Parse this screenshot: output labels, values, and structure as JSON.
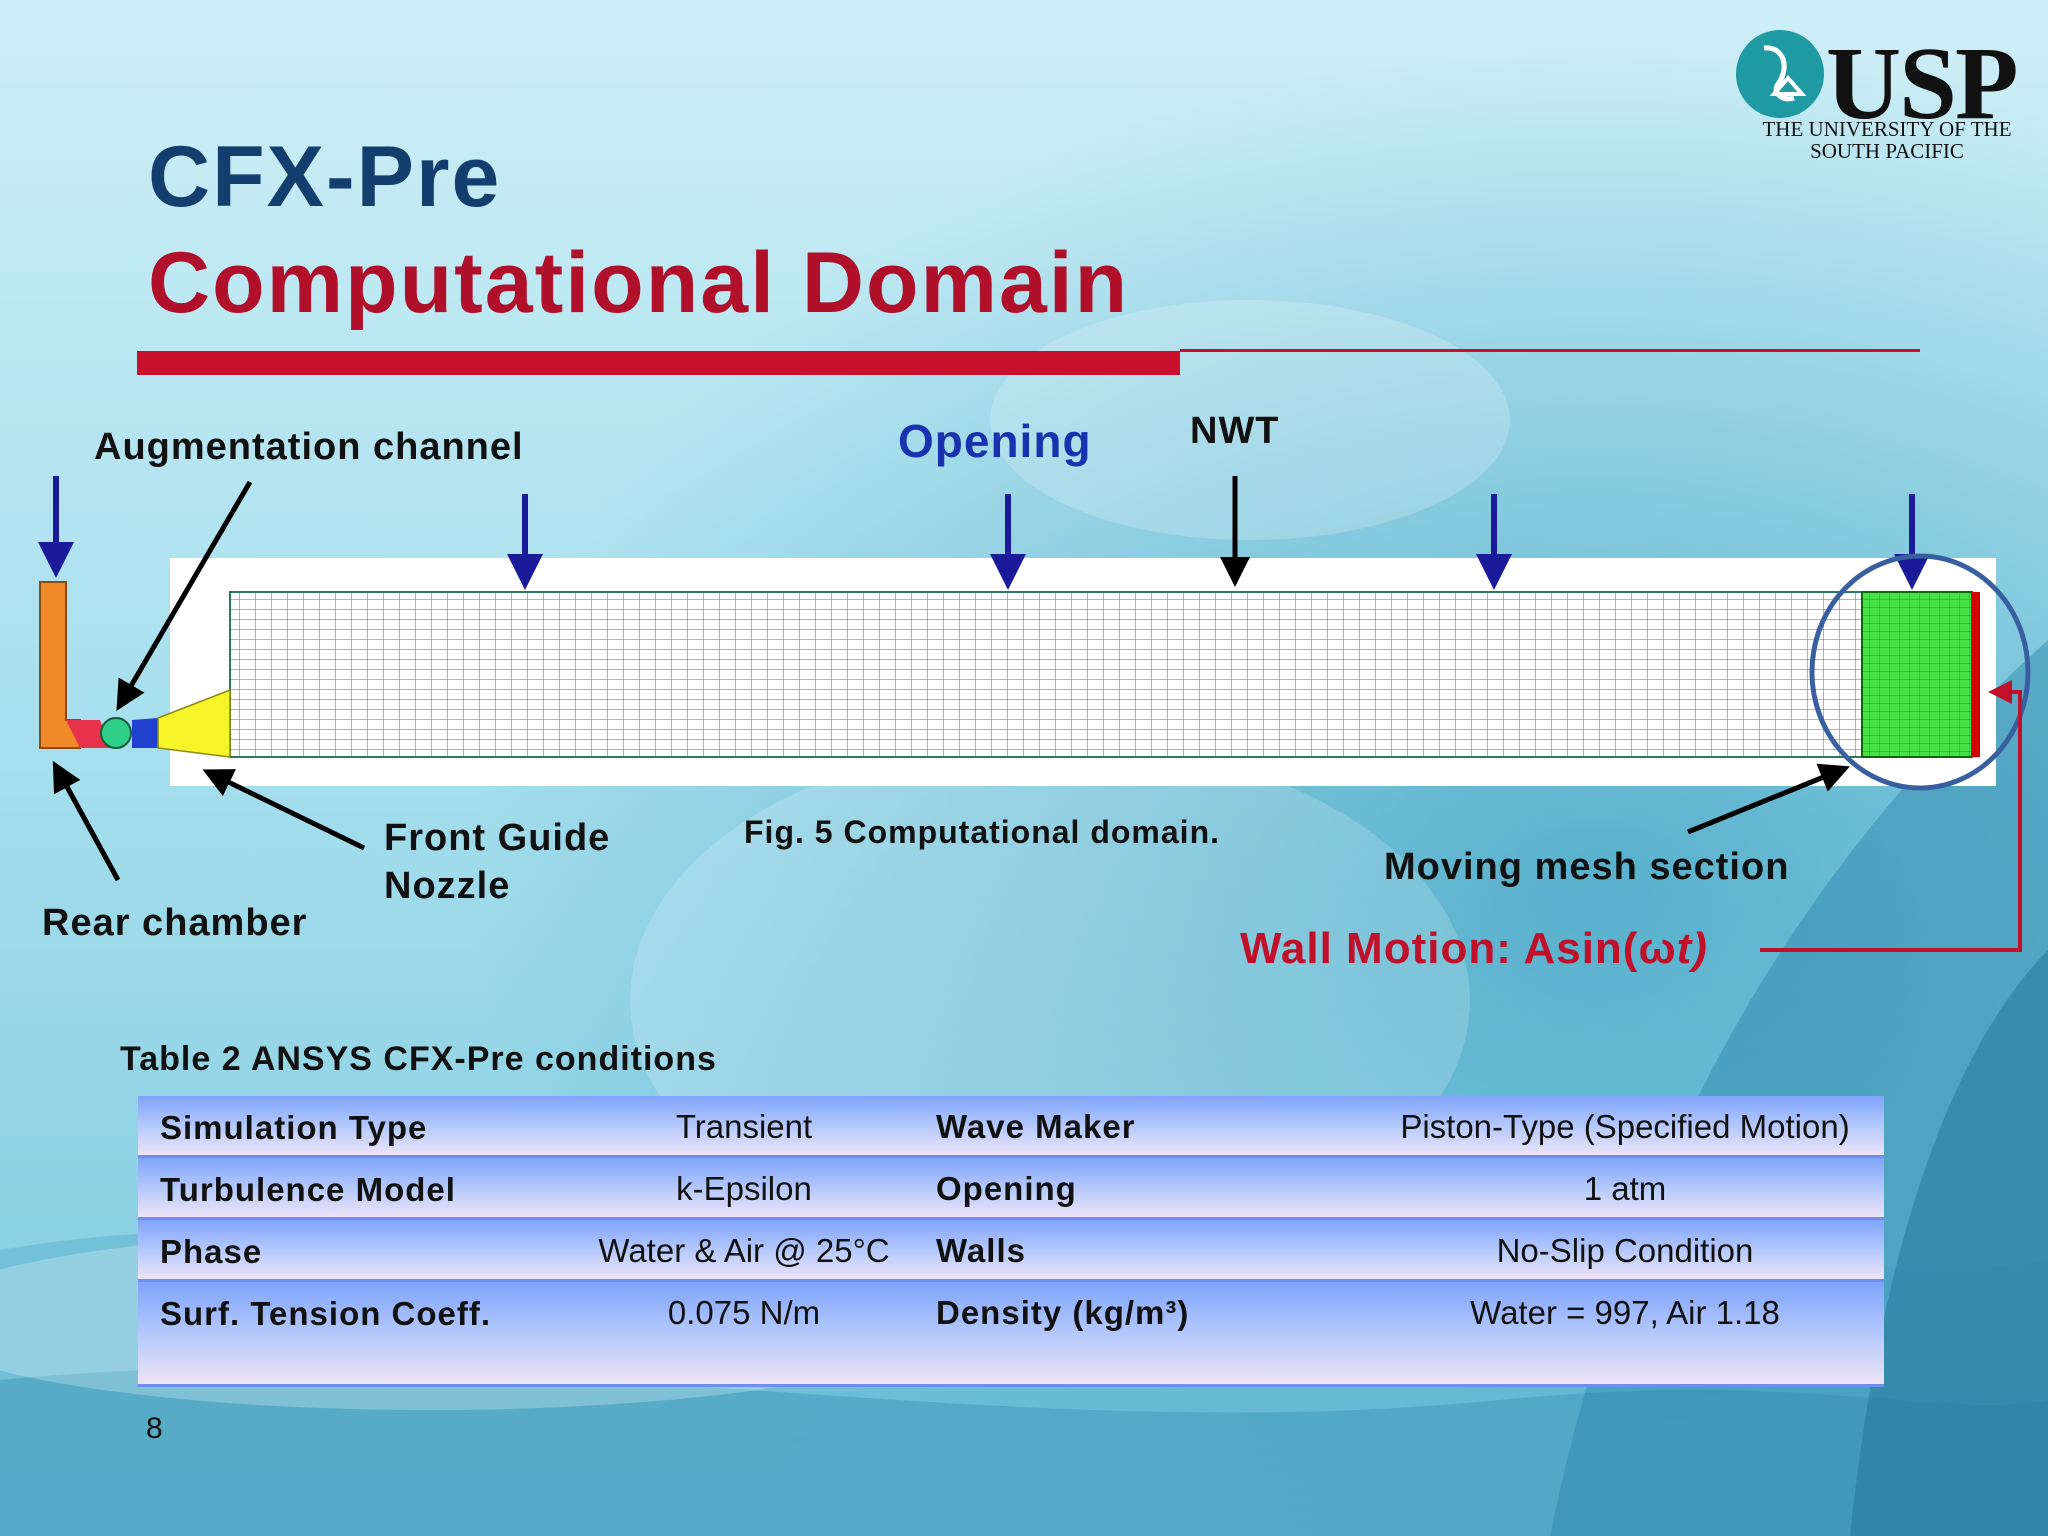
{
  "slide": {
    "title_line1": "CFX-Pre",
    "title_line2": "Computational Domain",
    "page_number": "8"
  },
  "logo": {
    "acronym": "USP",
    "name": "THE UNIVERSITY OF THE SOUTH PACIFIC"
  },
  "diagram": {
    "labels": {
      "augmentation": "Augmentation channel",
      "opening": "Opening",
      "nwt": "NWT",
      "front_guide": "Front Guide",
      "nozzle": "Nozzle",
      "rear_chamber": "Rear chamber",
      "moving_mesh": "Moving mesh section",
      "wall_motion_prefix": "Wall Motion: Asin(ω",
      "wall_motion_t": "t",
      "wall_motion_suffix": ")"
    },
    "caption": "Fig. 5  Computational domain."
  },
  "table": {
    "caption": "Table 2 ANSYS CFX-Pre conditions",
    "rows": [
      {
        "label1": "Simulation Type",
        "value1": "Transient",
        "label2": "Wave Maker",
        "value2": "Piston-Type (Specified Motion)"
      },
      {
        "label1": "Turbulence Model",
        "value1": "k-Epsilon",
        "label2": "Opening",
        "value2": "1 atm"
      },
      {
        "label1": "Phase",
        "value1": "Water & Air @ 25°C",
        "label2": "Walls",
        "value2": "No-Slip Condition"
      },
      {
        "label1": "Surf. Tension Coeff.",
        "value1": "0.075 N/m",
        "label2": "Density (kg/m³)",
        "value2": "Water = 997, Air 1.18"
      }
    ]
  },
  "colors": {
    "title_blue": "#123f6e",
    "title_red": "#b0102a",
    "accent_red": "#c8102e",
    "arrow_blue": "#1a1a9a",
    "mesh_teal": "#3fae8a",
    "mesh_green": "#2ed52e"
  }
}
